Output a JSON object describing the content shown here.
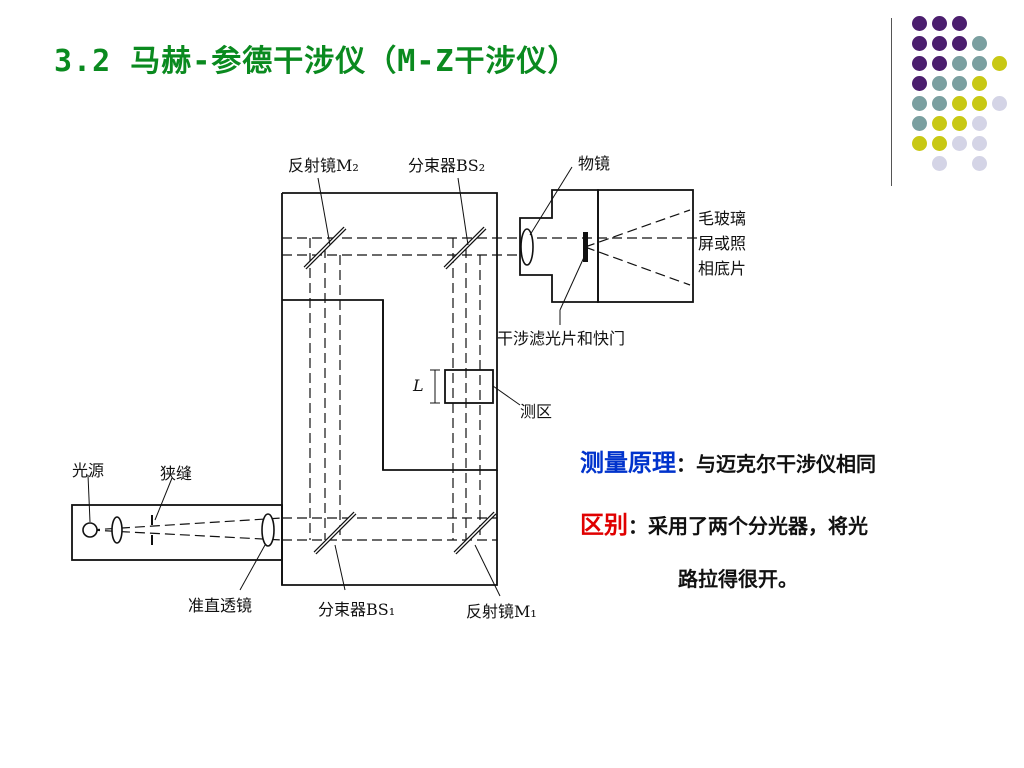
{
  "slide": {
    "title": "3.2 马赫-参德干涉仪（M-Z干涉仪）"
  },
  "decoration": {
    "dot_colors": {
      "purple": "#4b1e6e",
      "teal": "#7a9fa0",
      "olive": "#c8c814",
      "lavender": "#d4d4e6"
    }
  },
  "diagram": {
    "labels": {
      "mirror_m2": "反射镜M₂",
      "beamsplitter_bs2": "分束器BS₂",
      "objective": "物镜",
      "screen_line1": "毛玻璃",
      "screen_line2": "屏或照",
      "screen_line3": "相底片",
      "filter_shutter": "干涉滤光片和快门",
      "length_l": "L",
      "test_zone": "测区",
      "light_source": "光源",
      "slit": "狭缝",
      "collimator": "准直透镜",
      "beamsplitter_bs1": "分束器BS₁",
      "mirror_m1": "反射镜M₁"
    }
  },
  "text": {
    "principle_key": "测量原理",
    "principle_value": "：与迈克尔干涉仪相同",
    "difference_key": "区别",
    "difference_value": "：采用了两个分光器，将光",
    "difference_value_line2": "路拉得很开。"
  }
}
